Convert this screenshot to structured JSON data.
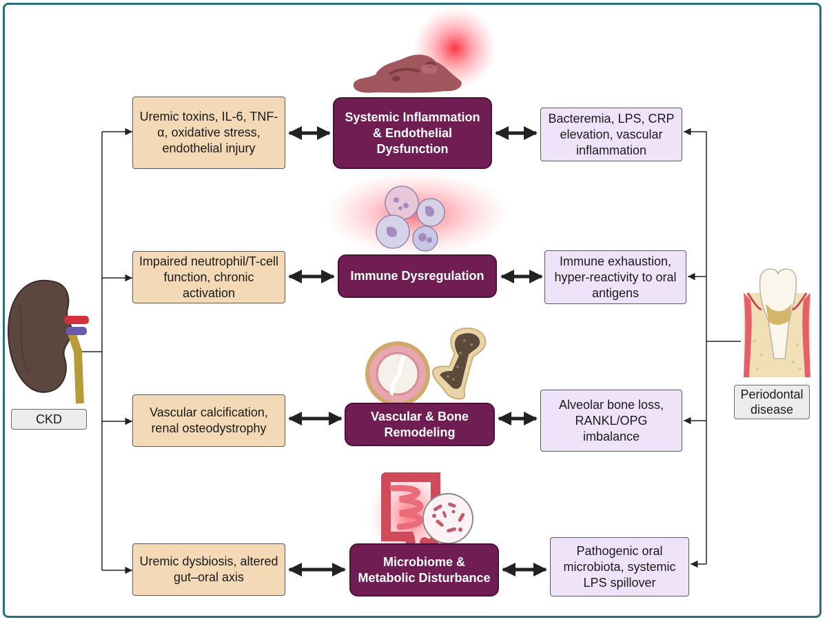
{
  "source": {
    "label": "CKD"
  },
  "target": {
    "label": "Periodontal disease"
  },
  "rows": [
    {
      "left": "Uremic toxins, IL-6, TNF-α, oxidative stress, endothelial injury",
      "center": "Systemic Inflammation & Endothelial Dysfunction",
      "right": "Bacteremia, LPS, CRP elevation, vascular inflammation"
    },
    {
      "left": "Impaired neutrophil/T-cell function, chronic activation",
      "center": "Immune Dysregulation",
      "right": "Immune exhaustion, hyper-reactivity to oral antigens"
    },
    {
      "left": "Vascular calcification, renal osteodystrophy",
      "center": "Vascular & Bone Remodeling",
      "right": "Alveolar bone loss, RANKL/OPG imbalance"
    },
    {
      "left": "Uremic dysbiosis, altered gut–oral axis",
      "center": "Microbiome & Metabolic Disturbance",
      "right": "Pathogenic oral microbiota, systemic LPS spillover"
    }
  ],
  "colors": {
    "frame": "#2a6f7c",
    "ckd_box": "#f3d9b5",
    "pd_box": "#efe3f9",
    "center_box": "#6f1d52",
    "connector": "#222222"
  },
  "icons": [
    "kidney-icon",
    "tooth-icon",
    "tissue-icon",
    "immune-cells-icon",
    "artery-icon",
    "bone-icon",
    "intestine-icon",
    "bacteria-icon"
  ]
}
